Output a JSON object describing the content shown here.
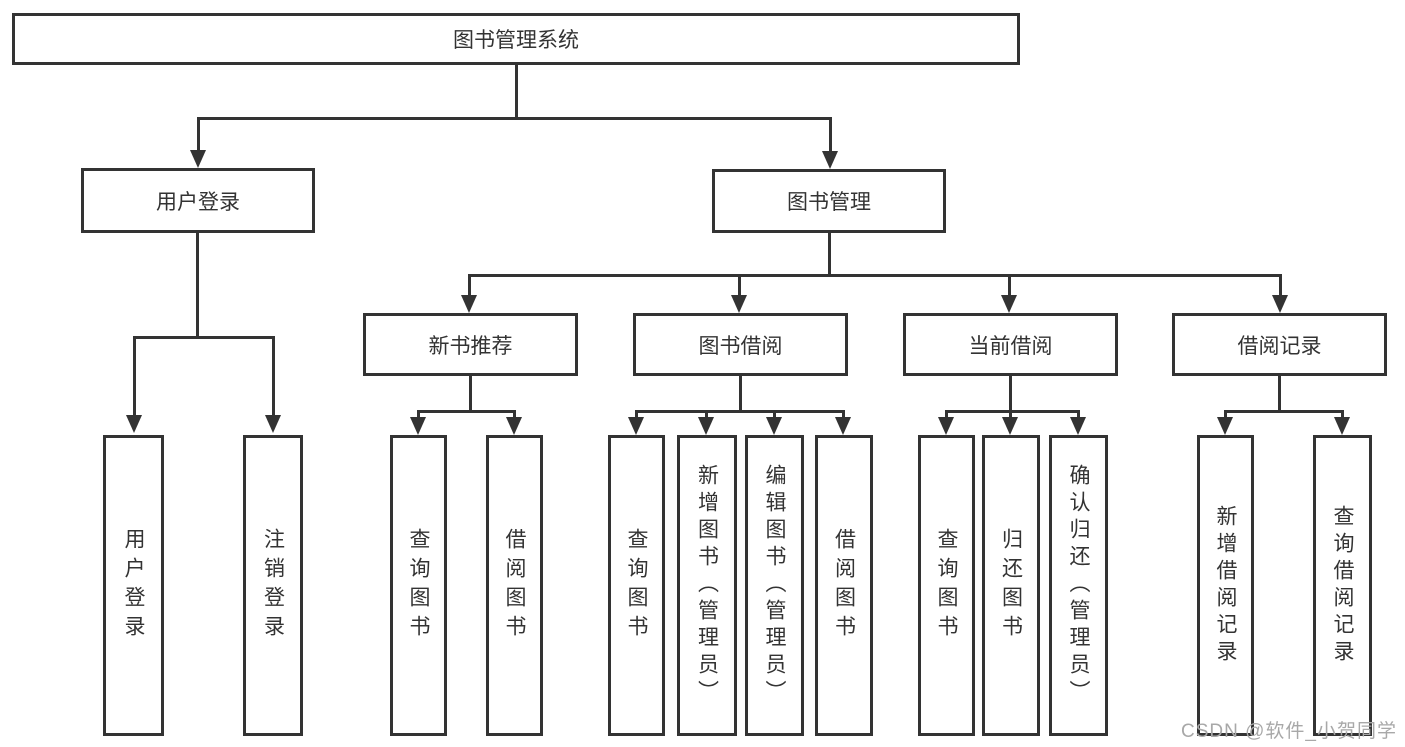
{
  "diagram": {
    "root": {
      "label": "图书管理系统"
    },
    "branches": [
      {
        "label": "用户登录",
        "children": [
          {
            "label": "用户登录"
          },
          {
            "label": "注销登录"
          }
        ]
      },
      {
        "label": "图书管理",
        "sections": [
          {
            "label": "新书推荐",
            "children": [
              {
                "label": "查询图书"
              },
              {
                "label": "借阅图书"
              }
            ]
          },
          {
            "label": "图书借阅",
            "children": [
              {
                "label": "查询图书"
              },
              {
                "label": "新增图书（管理员）"
              },
              {
                "label": "编辑图书（管理员）"
              },
              {
                "label": "借阅图书"
              }
            ]
          },
          {
            "label": "当前借阅",
            "children": [
              {
                "label": "查询图书"
              },
              {
                "label": "归还图书"
              },
              {
                "label": "确认归还（管理员）"
              }
            ]
          },
          {
            "label": "借阅记录",
            "children": [
              {
                "label": "新增借阅记录"
              },
              {
                "label": "查询借阅记录"
              }
            ]
          }
        ]
      }
    ],
    "watermark": "CSDN @软件_小贺同学",
    "colors": {
      "line": "#333333",
      "text": "#333333",
      "background": "#ffffff",
      "watermark": "#a8a8a8"
    }
  }
}
